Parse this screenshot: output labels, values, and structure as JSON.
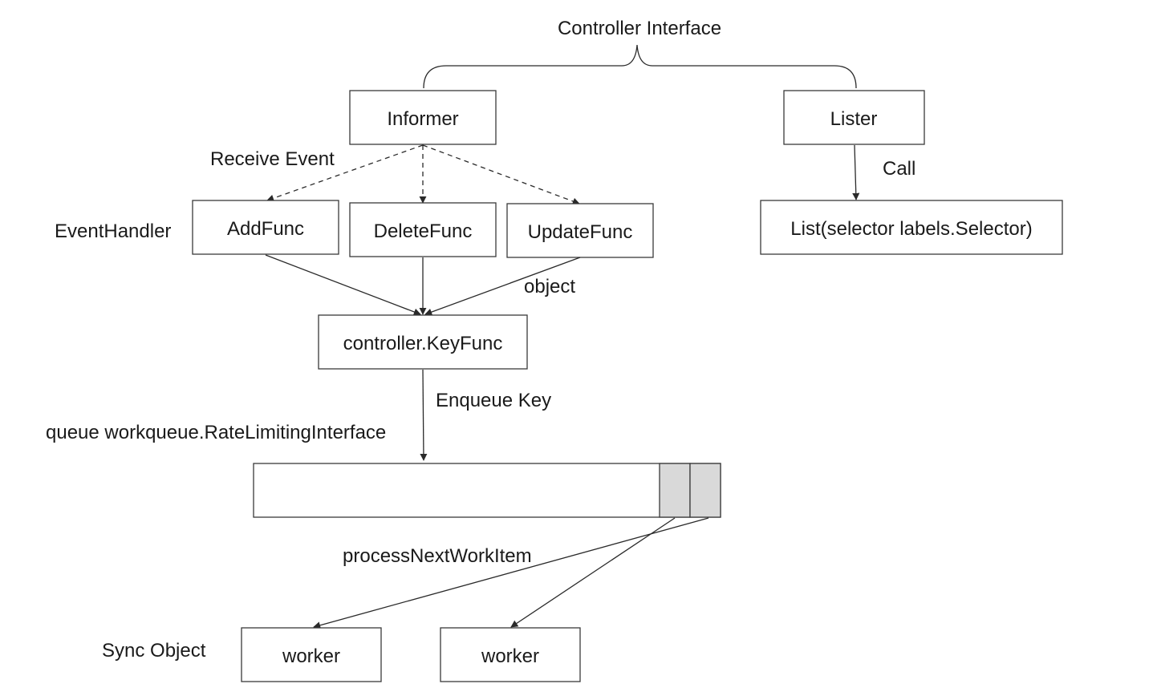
{
  "top_label": "Controller Interface",
  "nodes": {
    "informer": "Informer",
    "lister": "Lister",
    "add_func": "AddFunc",
    "delete_func": "DeleteFunc",
    "update_func": "UpdateFunc",
    "list_call": "List(selector labels.Selector)",
    "key_func": "controller.KeyFunc",
    "worker_1": "worker",
    "worker_2": "worker"
  },
  "labels": {
    "receive_event": "Receive Event",
    "event_handler": "EventHandler",
    "call": "Call",
    "object": "object",
    "enqueue_key": "Enqueue Key",
    "queue": "queue workqueue.RateLimitingInterface",
    "process_next": "processNextWorkItem",
    "sync_object": "Sync Object"
  }
}
